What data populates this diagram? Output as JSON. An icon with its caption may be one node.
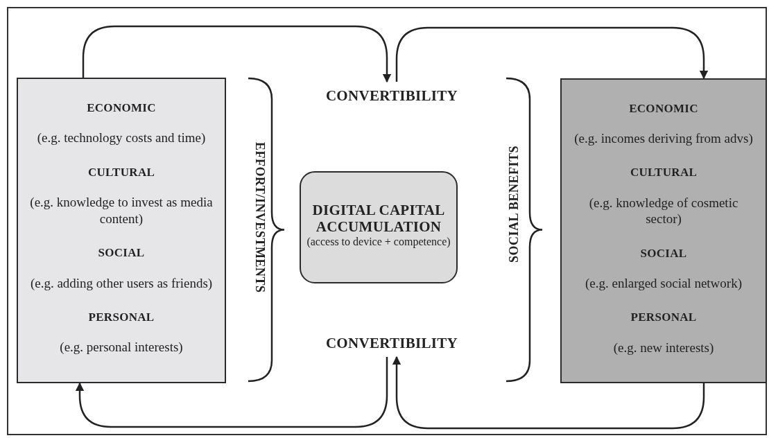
{
  "diagram": {
    "nodes": [
      {
        "text": [
          "ECONOMIC",
          "(e.g. technology costs and time)",
          "CULTURAL",
          "(e.g. knowledge to invest as media content)",
          "SOCIAL",
          "(e.g. adding other users as friends)",
          "PERSONAL",
          "(e.g. personal interests)"
        ]
      },
      {
        "text": [
          "CONVERTIBILITY"
        ]
      },
      {
        "text": [
          "DIGITAL CAPITAL ACCUMULATION",
          "(access to device + competence)"
        ]
      },
      {
        "text": [
          "CONVERTIBILITY"
        ]
      },
      {
        "text": [
          "ECONOMIC",
          "(e.g. incomes deriving from advs)",
          "CULTURAL",
          "(e.g. knowledge of cosmetic sector)",
          "SOCIAL",
          "(e.g. enlarged social network)",
          "PERSONAL",
          "(e.g. new interests)"
        ]
      }
    ],
    "edges": [
      {
        "from": 0,
        "to": 1,
        "arrow": "to"
      },
      {
        "from": 1,
        "to": 4,
        "arrow": "to"
      },
      {
        "from": 4,
        "to": 3,
        "arrow": "to"
      },
      {
        "from": 3,
        "to": 0,
        "arrow": "to"
      }
    ],
    "labels": [
      "EFFORT/INVESTMENTS",
      "SOCIAL BENEFITS"
    ]
  }
}
